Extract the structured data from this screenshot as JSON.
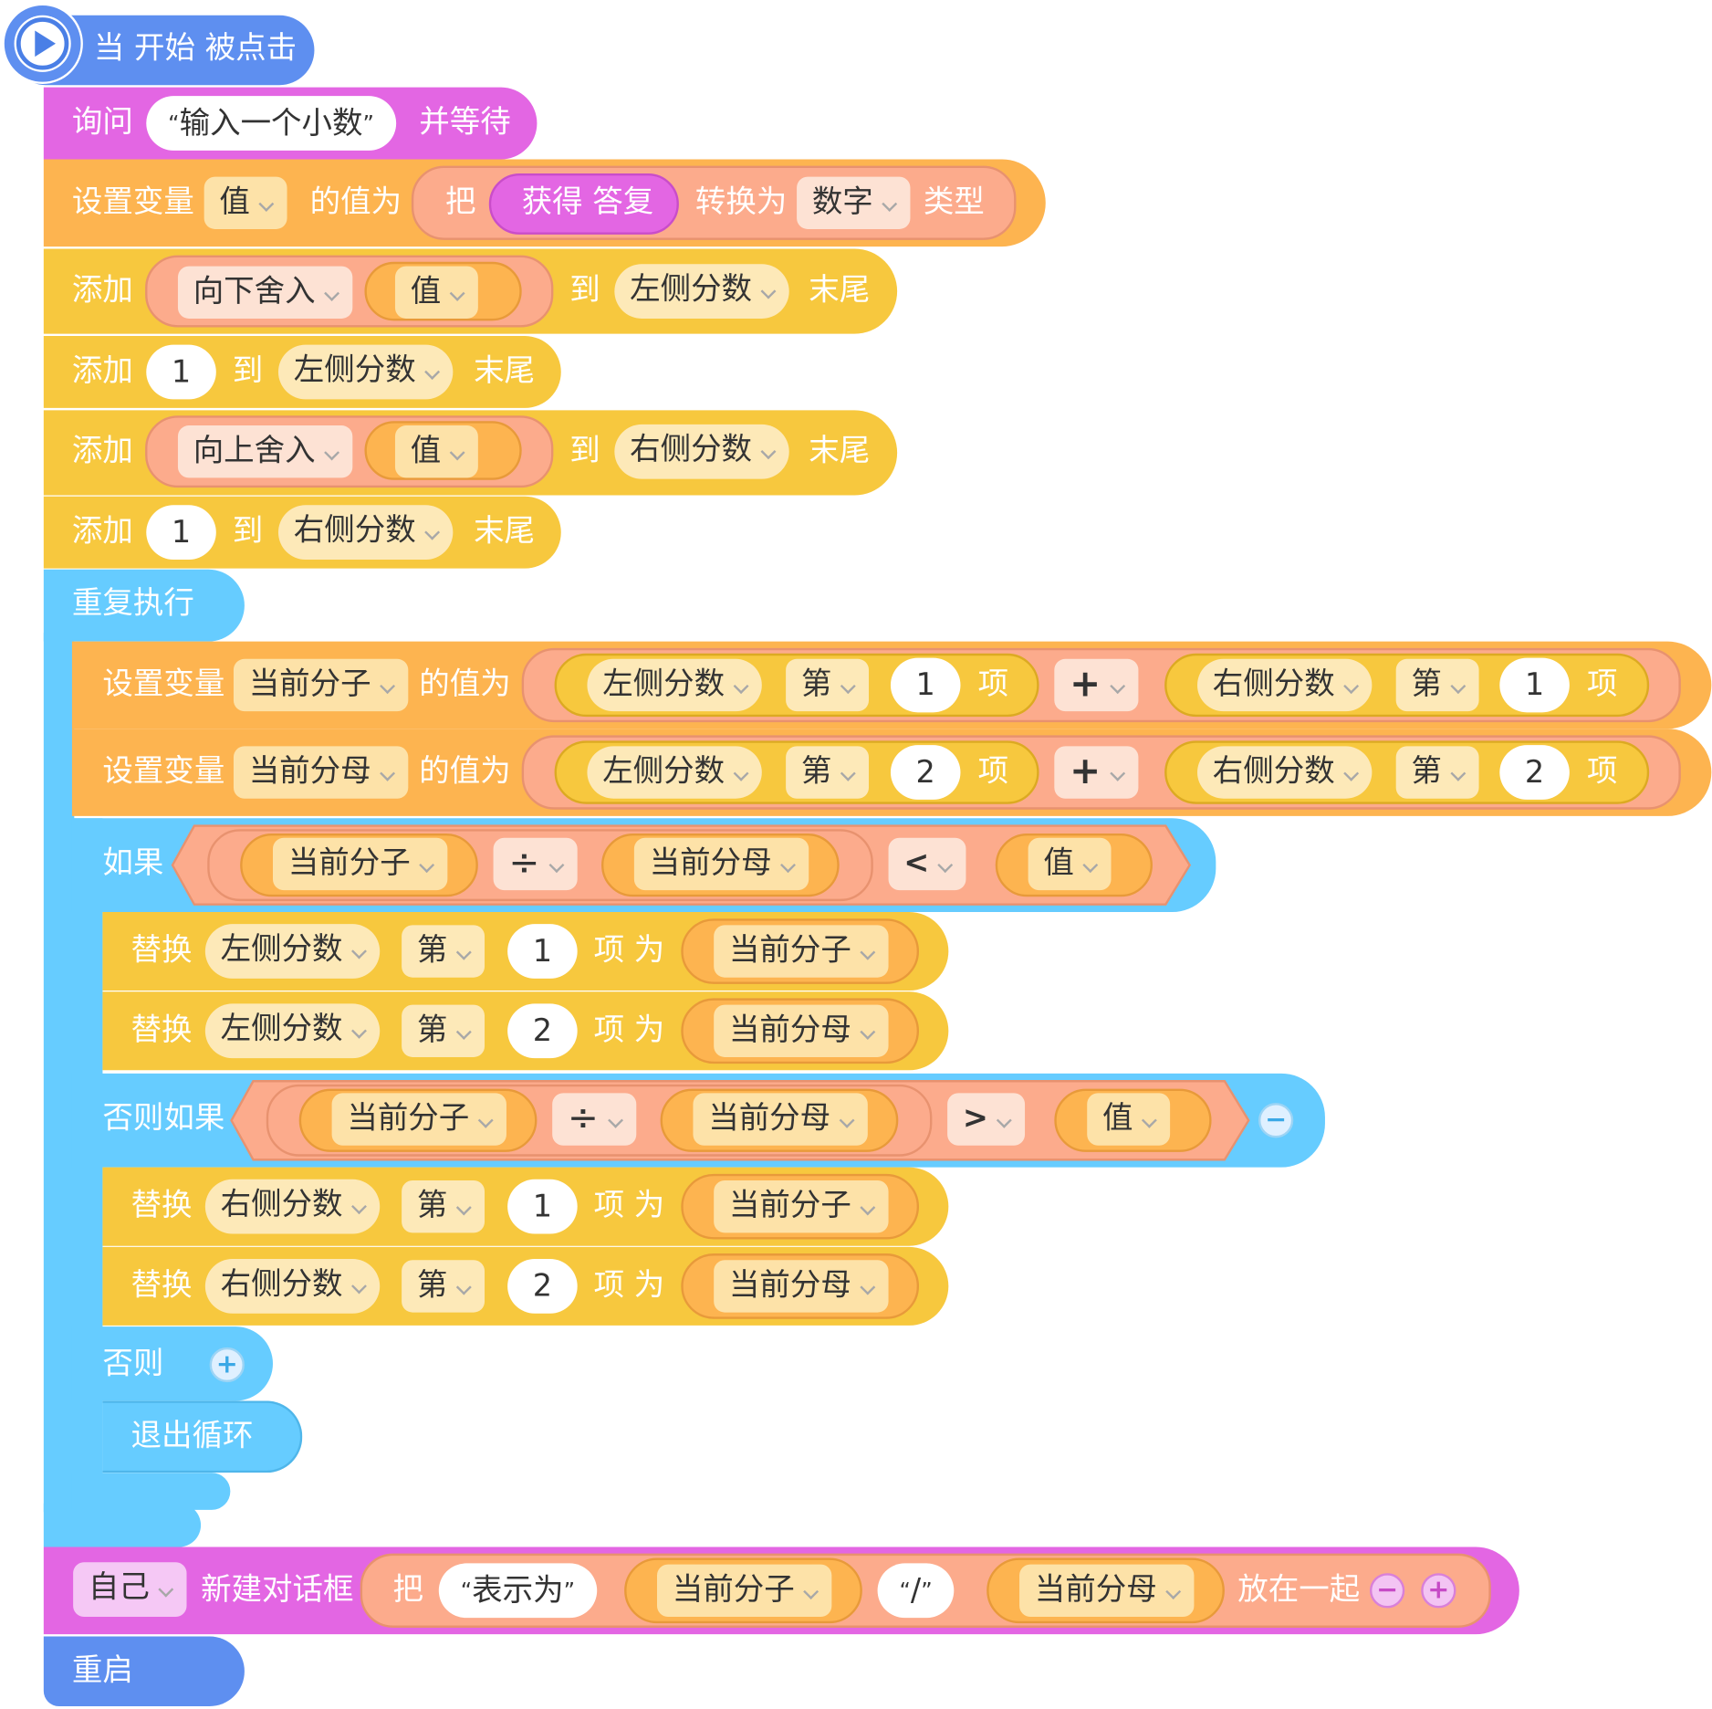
{
  "colors": {
    "event": "#5e8ff0",
    "sensing": "#e366e3",
    "variable": "#fdb450",
    "list": "#f7c83e",
    "control": "#66ccff",
    "operator": "#fcab8c",
    "operator_inner": "#fec998",
    "dropdown_light": "#fde2a8",
    "dropdown_list": "#fde9b8"
  },
  "hat": {
    "label": "当 开始 被点击",
    "icon": "play-icon"
  },
  "ask": {
    "prefix": "询问",
    "prompt": "输入一个小数",
    "suffix": "并等待"
  },
  "set_value": {
    "label": "设置变量",
    "variable": "值",
    "of_value": "的值为",
    "convert_prefix": "把",
    "answer": "获得 答复",
    "convert_to": "转换为",
    "type": "数字",
    "type_suffix": "类型"
  },
  "add_blocks": [
    {
      "label": "添加",
      "op": "向下舍入",
      "operand": "值",
      "to": "到",
      "list": "左侧分数",
      "end": "末尾"
    },
    {
      "label": "添加",
      "value": "1",
      "to": "到",
      "list": "左侧分数",
      "end": "末尾"
    },
    {
      "label": "添加",
      "op": "向上舍入",
      "operand": "值",
      "to": "到",
      "list": "右侧分数",
      "end": "末尾"
    },
    {
      "label": "添加",
      "value": "1",
      "to": "到",
      "list": "右侧分数",
      "end": "末尾"
    }
  ],
  "loop": {
    "label": "重复执行"
  },
  "set_numerator": {
    "label": "设置变量",
    "variable": "当前分子",
    "of_value": "的值为",
    "list_a": "左侧分数",
    "nth": "第",
    "index_a": "1",
    "item": "项",
    "op": "+",
    "list_b": "右侧分数",
    "index_b": "1"
  },
  "set_denominator": {
    "label": "设置变量",
    "variable": "当前分母",
    "of_value": "的值为",
    "list_a": "左侧分数",
    "nth": "第",
    "index_a": "2",
    "item": "项",
    "op": "+",
    "list_b": "右侧分数",
    "index_b": "2"
  },
  "if_block": {
    "if_label": "如果",
    "left": "当前分子",
    "div": "÷",
    "right": "当前分母",
    "cmp": "<",
    "value": "值",
    "elseif_label": "否则如果",
    "cmp2": ">",
    "else_label": "否则",
    "break_label": "退出循环"
  },
  "replace_blocks": [
    {
      "label": "替换",
      "list": "左侧分数",
      "nth": "第",
      "index": "1",
      "item_as": "项 为",
      "value": "当前分子"
    },
    {
      "label": "替换",
      "list": "左侧分数",
      "nth": "第",
      "index": "2",
      "item_as": "项 为",
      "value": "当前分母"
    },
    {
      "label": "替换",
      "list": "右侧分数",
      "nth": "第",
      "index": "1",
      "item_as": "项 为",
      "value": "当前分子"
    },
    {
      "label": "替换",
      "list": "右侧分数",
      "nth": "第",
      "index": "2",
      "item_as": "项 为",
      "value": "当前分母"
    }
  ],
  "dialog": {
    "target": "自己",
    "label": "新建对话框",
    "join_prefix": "把",
    "text": "表示为",
    "numerator": "当前分子",
    "slash": "/",
    "denominator": "当前分母",
    "join_suffix": "放在一起"
  },
  "restart": {
    "label": "重启"
  }
}
